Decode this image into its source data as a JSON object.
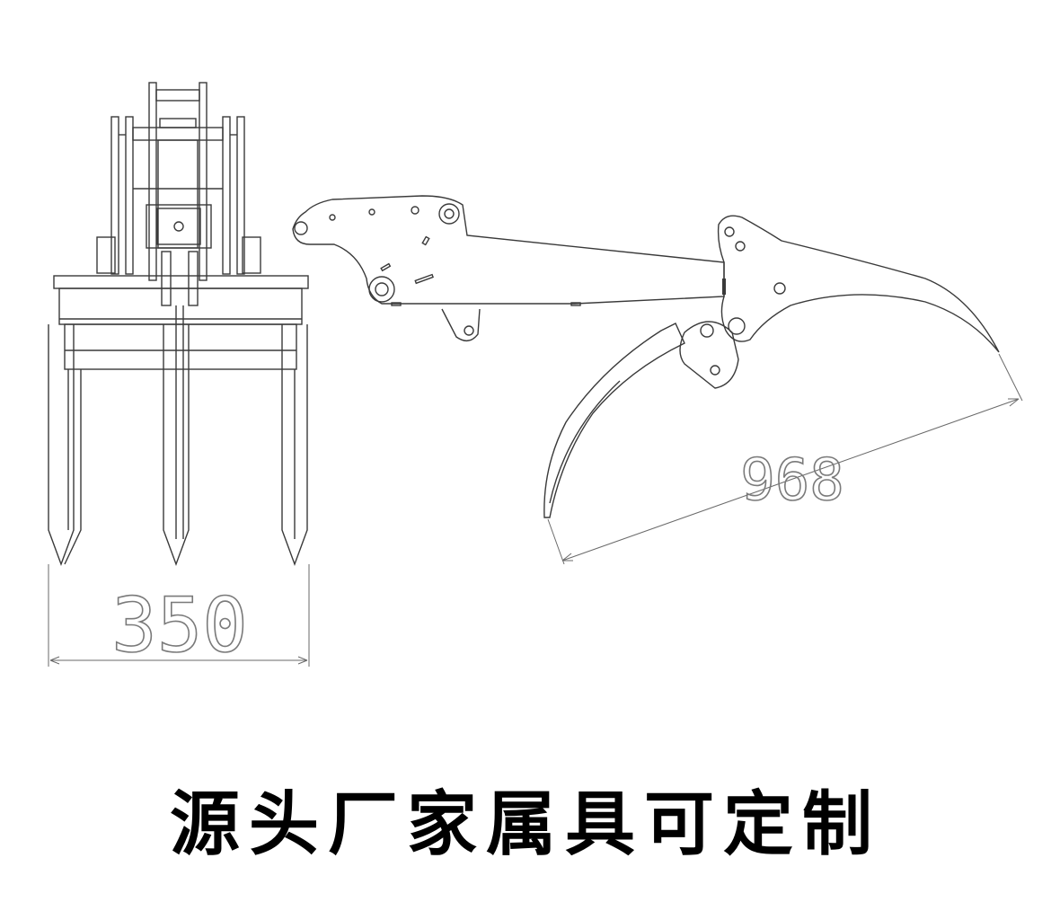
{
  "drawing": {
    "front_view_dimension": "350",
    "side_view_dimension": "968"
  },
  "caption": "源头厂家属具可定制",
  "colors": {
    "line": "#3a3a3a",
    "dimension": "#7a7a7a",
    "text": "#000000"
  }
}
